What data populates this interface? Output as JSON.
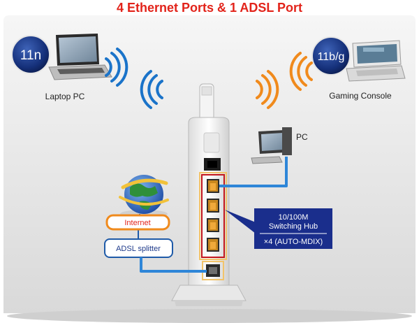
{
  "title": "4 Ethernet Ports & 1 ADSL Port",
  "devices": {
    "laptop": {
      "badge": "11n",
      "label": "Laptop PC"
    },
    "console": {
      "badge": "11b/g",
      "label": "Gaming Console"
    },
    "pc": {
      "label": "PC"
    }
  },
  "boxes": {
    "internet": "Internet",
    "adsl_splitter": "ADSL splitter"
  },
  "hub_callout": {
    "line1": "10/100M",
    "line2": "Switching Hub",
    "line3": "×4 (AUTO-MDIX)"
  },
  "colors": {
    "title": "#e2231a",
    "wifi_left": "#1a73c9",
    "wifi_right": "#f08a1c",
    "cable": "#2e86d8",
    "internet_border": "#f08a1c",
    "splitter_border": "#1e5aa8",
    "callout_fill": "#1a2e8c",
    "highlight": "#c4161c"
  }
}
